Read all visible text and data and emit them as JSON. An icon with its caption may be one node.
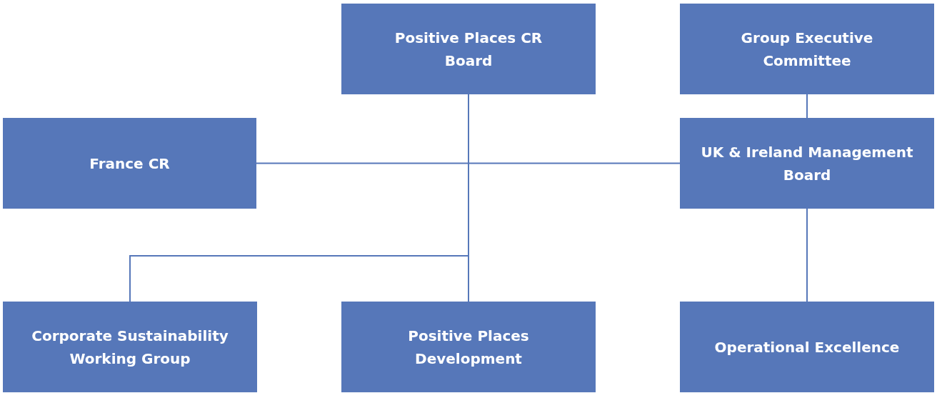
{
  "diagram": {
    "nodes": [
      {
        "text": [
          "Positive Places CR Board"
        ]
      },
      {
        "text": [
          "Group Executive Committee"
        ]
      },
      {
        "text": [
          "France CR"
        ]
      },
      {
        "text": [
          "UK & Ireland Management Board"
        ]
      },
      {
        "text": [
          "Corporate Sustainability Working Group"
        ]
      },
      {
        "text": [
          "Positive Places Development"
        ]
      },
      {
        "text": [
          "Operational Excellence"
        ]
      }
    ],
    "edges": [
      {
        "from": 0,
        "to": 5,
        "arrow": "none"
      },
      {
        "from": 0,
        "to": 4,
        "arrow": "none"
      },
      {
        "from": 2,
        "to": 3,
        "arrow": "none"
      },
      {
        "from": 1,
        "to": 3,
        "arrow": "none"
      },
      {
        "from": 3,
        "to": 6,
        "arrow": "none"
      }
    ]
  }
}
